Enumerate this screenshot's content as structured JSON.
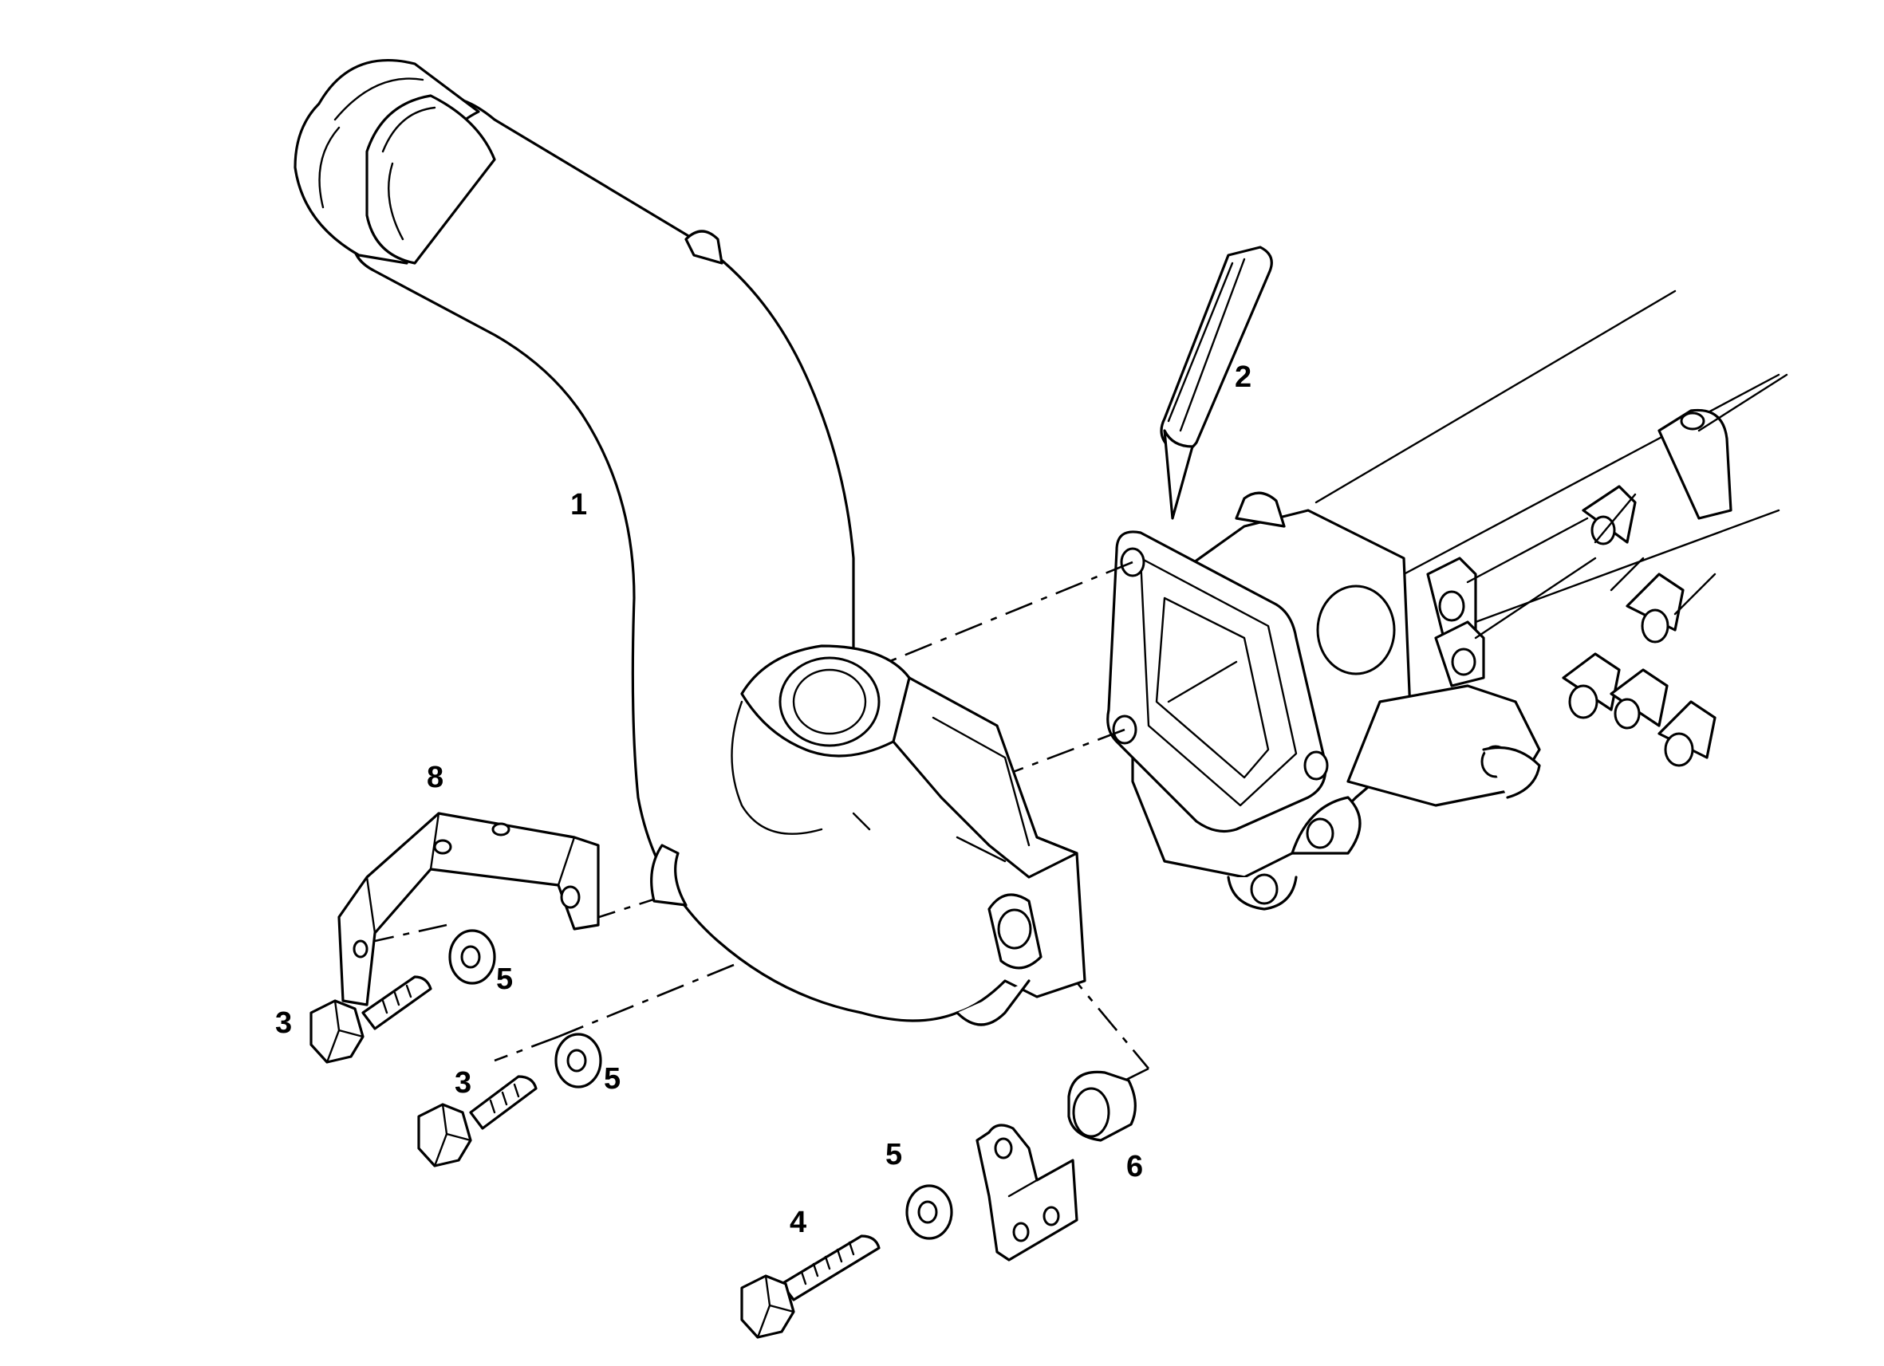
{
  "diagram": {
    "callouts": [
      {
        "id": "pipe",
        "label": "1"
      },
      {
        "id": "sealant",
        "label": "2"
      },
      {
        "id": "bolt-a",
        "label": "3"
      },
      {
        "id": "bolt-b",
        "label": "3"
      },
      {
        "id": "bolt-long",
        "label": "4"
      },
      {
        "id": "washer-a",
        "label": "5"
      },
      {
        "id": "washer-b",
        "label": "5"
      },
      {
        "id": "washer-c",
        "label": "5"
      },
      {
        "id": "spacer",
        "label": "6"
      },
      {
        "id": "bracket",
        "label": "8"
      }
    ]
  }
}
